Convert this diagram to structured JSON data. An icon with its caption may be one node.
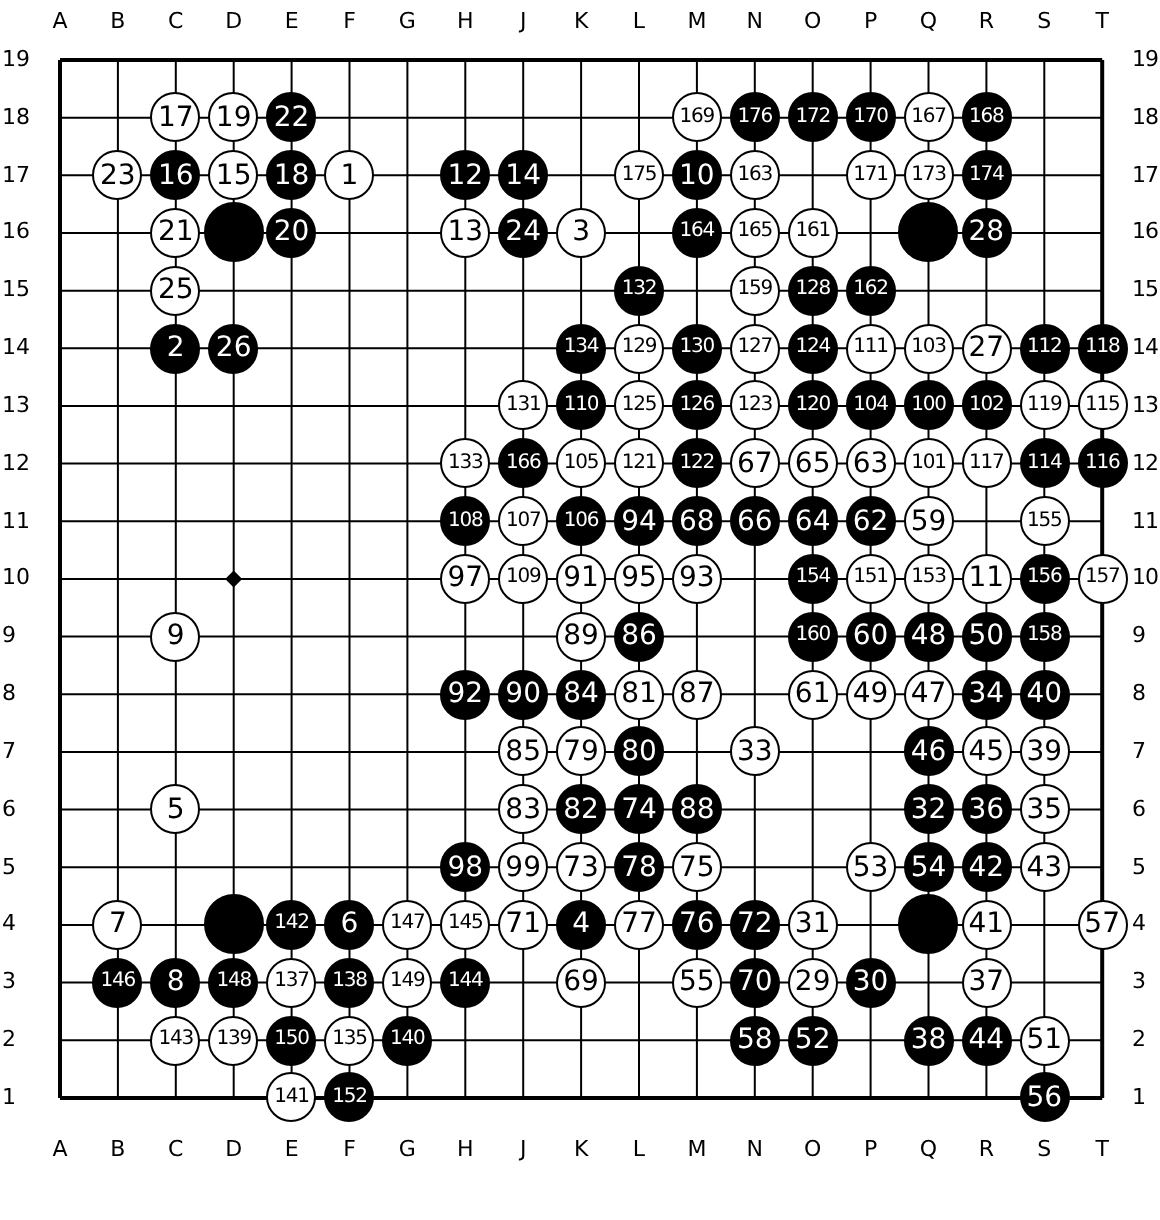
{
  "diagram": {
    "nodes": [
      {
        "text": [
          "17"
        ]
      },
      {
        "text": [
          "19"
        ]
      },
      {
        "text": [
          "22"
        ]
      },
      {
        "text": [
          "169"
        ]
      },
      {
        "text": [
          "176"
        ]
      },
      {
        "text": [
          "172"
        ]
      },
      {
        "text": [
          "170"
        ]
      },
      {
        "text": [
          "167"
        ]
      },
      {
        "text": [
          "168"
        ]
      },
      {
        "text": [
          "23"
        ]
      },
      {
        "text": [
          "16"
        ]
      },
      {
        "text": [
          "15"
        ]
      },
      {
        "text": [
          "18"
        ]
      },
      {
        "text": [
          "1"
        ]
      },
      {
        "text": [
          "12"
        ]
      },
      {
        "text": [
          "14"
        ]
      },
      {
        "text": [
          "175"
        ]
      },
      {
        "text": [
          "10"
        ]
      },
      {
        "text": [
          "163"
        ]
      },
      {
        "text": [
          "171"
        ]
      },
      {
        "text": [
          "173"
        ]
      },
      {
        "text": [
          "174"
        ]
      },
      {
        "text": [
          "21"
        ]
      },
      {
        "text": [],
        "shape": "circle"
      },
      {
        "text": [
          "20"
        ]
      },
      {
        "text": [
          "13"
        ]
      },
      {
        "text": [
          "24"
        ]
      },
      {
        "text": [
          "3"
        ]
      },
      {
        "text": [
          "164"
        ]
      },
      {
        "text": [
          "165"
        ]
      },
      {
        "text": [
          "161"
        ]
      },
      {
        "text": [],
        "shape": "circle"
      },
      {
        "text": [
          "28"
        ]
      },
      {
        "text": [
          "25"
        ]
      },
      {
        "text": [
          "132"
        ]
      },
      {
        "text": [
          "159"
        ]
      },
      {
        "text": [
          "128"
        ]
      },
      {
        "text": [
          "162"
        ]
      },
      {
        "text": [
          "2"
        ]
      },
      {
        "text": [
          "26"
        ]
      },
      {
        "text": [
          "134"
        ]
      },
      {
        "text": [
          "129"
        ]
      },
      {
        "text": [
          "130"
        ]
      },
      {
        "text": [
          "127"
        ]
      },
      {
        "text": [
          "124"
        ]
      },
      {
        "text": [
          "111"
        ]
      },
      {
        "text": [
          "103"
        ]
      },
      {
        "text": [
          "27"
        ]
      },
      {
        "text": [
          "112"
        ]
      },
      {
        "text": [
          "118"
        ]
      },
      {
        "text": [
          "131"
        ]
      },
      {
        "text": [
          "110"
        ]
      },
      {
        "text": [
          "125"
        ]
      },
      {
        "text": [
          "126"
        ]
      },
      {
        "text": [
          "123"
        ]
      },
      {
        "text": [
          "120"
        ]
      },
      {
        "text": [
          "104"
        ]
      },
      {
        "text": [
          "100"
        ]
      },
      {
        "text": [
          "102"
        ]
      },
      {
        "text": [
          "119"
        ]
      },
      {
        "text": [
          "115"
        ]
      },
      {
        "text": [
          "133"
        ]
      },
      {
        "text": [
          "166"
        ]
      },
      {
        "text": [
          "105"
        ]
      },
      {
        "text": [
          "121"
        ]
      },
      {
        "text": [
          "122"
        ]
      },
      {
        "text": [
          "67"
        ]
      },
      {
        "text": [
          "65"
        ]
      },
      {
        "text": [
          "63"
        ]
      },
      {
        "text": [
          "101"
        ]
      },
      {
        "text": [
          "117"
        ]
      },
      {
        "text": [
          "114"
        ]
      },
      {
        "text": [
          "116"
        ]
      },
      {
        "text": [
          "108"
        ]
      },
      {
        "text": [
          "107"
        ]
      },
      {
        "text": [
          "106"
        ]
      },
      {
        "text": [
          "94"
        ]
      },
      {
        "text": [
          "68"
        ]
      },
      {
        "text": [
          "66"
        ]
      },
      {
        "text": [
          "64"
        ]
      },
      {
        "text": [
          "62"
        ]
      },
      {
        "text": [
          "59"
        ]
      },
      {
        "text": [
          "155"
        ]
      },
      {
        "text": [
          "97"
        ]
      },
      {
        "text": [
          "109"
        ]
      },
      {
        "text": [
          "91"
        ]
      },
      {
        "text": [
          "95"
        ]
      },
      {
        "text": [
          "93"
        ]
      },
      {
        "text": [
          "154"
        ]
      },
      {
        "text": [
          "151"
        ]
      },
      {
        "text": [
          "153"
        ]
      },
      {
        "text": [
          "11"
        ]
      },
      {
        "text": [
          "156"
        ]
      },
      {
        "text": [
          "157"
        ]
      },
      {
        "text": [
          "9"
        ]
      },
      {
        "text": [
          "89"
        ]
      },
      {
        "text": [
          "86"
        ]
      },
      {
        "text": [
          "160"
        ]
      },
      {
        "text": [
          "60"
        ]
      },
      {
        "text": [
          "48"
        ]
      },
      {
        "text": [
          "50"
        ]
      },
      {
        "text": [
          "158"
        ]
      },
      {
        "text": [
          "92"
        ]
      },
      {
        "text": [
          "90"
        ]
      },
      {
        "text": [
          "84"
        ]
      },
      {
        "text": [
          "81"
        ]
      },
      {
        "text": [
          "87"
        ]
      },
      {
        "text": [
          "61"
        ]
      },
      {
        "text": [
          "49"
        ]
      },
      {
        "text": [
          "47"
        ]
      },
      {
        "text": [
          "34"
        ]
      },
      {
        "text": [
          "40"
        ]
      },
      {
        "text": [
          "85"
        ]
      },
      {
        "text": [
          "79"
        ]
      },
      {
        "text": [
          "80"
        ]
      },
      {
        "text": [
          "33"
        ]
      },
      {
        "text": [
          "46"
        ]
      },
      {
        "text": [
          "45"
        ]
      },
      {
        "text": [
          "39"
        ]
      },
      {
        "text": [
          "5"
        ]
      },
      {
        "text": [
          "83"
        ]
      },
      {
        "text": [
          "82"
        ]
      },
      {
        "text": [
          "74"
        ]
      },
      {
        "text": [
          "88"
        ]
      },
      {
        "text": [
          "32"
        ]
      },
      {
        "text": [
          "36"
        ]
      },
      {
        "text": [
          "35"
        ]
      },
      {
        "text": [
          "98"
        ]
      },
      {
        "text": [
          "99"
        ]
      },
      {
        "text": [
          "73"
        ]
      },
      {
        "text": [
          "78"
        ]
      },
      {
        "text": [
          "75"
        ]
      },
      {
        "text": [
          "53"
        ]
      },
      {
        "text": [
          "54"
        ]
      },
      {
        "text": [
          "42"
        ]
      },
      {
        "text": [
          "43"
        ]
      },
      {
        "text": [
          "7"
        ]
      },
      {
        "text": [],
        "shape": "circle"
      },
      {
        "text": [
          "142"
        ]
      },
      {
        "text": [
          "6"
        ]
      },
      {
        "text": [
          "147"
        ]
      },
      {
        "text": [
          "145"
        ]
      },
      {
        "text": [
          "71"
        ]
      },
      {
        "text": [
          "4"
        ]
      },
      {
        "text": [
          "77"
        ]
      },
      {
        "text": [
          "76"
        ]
      },
      {
        "text": [
          "72"
        ]
      },
      {
        "text": [
          "31"
        ]
      },
      {
        "text": [],
        "shape": "circle"
      },
      {
        "text": [
          "41"
        ]
      },
      {
        "text": [
          "57"
        ]
      },
      {
        "text": [
          "146"
        ]
      },
      {
        "text": [
          "8"
        ]
      },
      {
        "text": [
          "148"
        ]
      },
      {
        "text": [
          "137"
        ]
      },
      {
        "text": [
          "138"
        ]
      },
      {
        "text": [
          "149"
        ]
      },
      {
        "text": [
          "144"
        ]
      },
      {
        "text": [
          "69"
        ]
      },
      {
        "text": [
          "55"
        ]
      },
      {
        "text": [
          "70"
        ]
      },
      {
        "text": [
          "29"
        ]
      },
      {
        "text": [
          "30"
        ]
      },
      {
        "text": [
          "37"
        ]
      },
      {
        "text": [
          "143"
        ]
      },
      {
        "text": [
          "139"
        ]
      },
      {
        "text": [
          "150"
        ]
      },
      {
        "text": [
          "135"
        ]
      },
      {
        "text": [
          "140"
        ]
      },
      {
        "text": [
          "58"
        ]
      },
      {
        "text": [
          "52"
        ]
      },
      {
        "text": [
          "38"
        ]
      },
      {
        "text": [
          "44"
        ]
      },
      {
        "text": [
          "51"
        ]
      },
      {
        "text": [
          "141"
        ]
      },
      {
        "text": [
          "152"
        ]
      },
      {
        "text": [
          "56"
        ]
      }
    ],
    "labels": [
      "A",
      "B",
      "C",
      "D",
      "E",
      "F",
      "G",
      "H",
      "J",
      "K",
      "L",
      "M",
      "N",
      "O",
      "P",
      "Q",
      "R",
      "S",
      "T",
      "19",
      "19",
      "18",
      "18",
      "17",
      "17",
      "16",
      "16",
      "15",
      "15",
      "14",
      "14",
      "13",
      "13",
      "12",
      "12",
      "11",
      "11",
      "10",
      "10",
      "9",
      "9",
      "8",
      "8",
      "7",
      "7",
      "6",
      "6",
      "5",
      "5",
      "4",
      "4",
      "3",
      "3",
      "2",
      "2",
      "1",
      "1",
      "A",
      "B",
      "C",
      "D",
      "E",
      "F",
      "G",
      "H",
      "J",
      "K",
      "L",
      "M",
      "N",
      "O",
      "P",
      "Q",
      "R",
      "S",
      "T"
    ]
  }
}
